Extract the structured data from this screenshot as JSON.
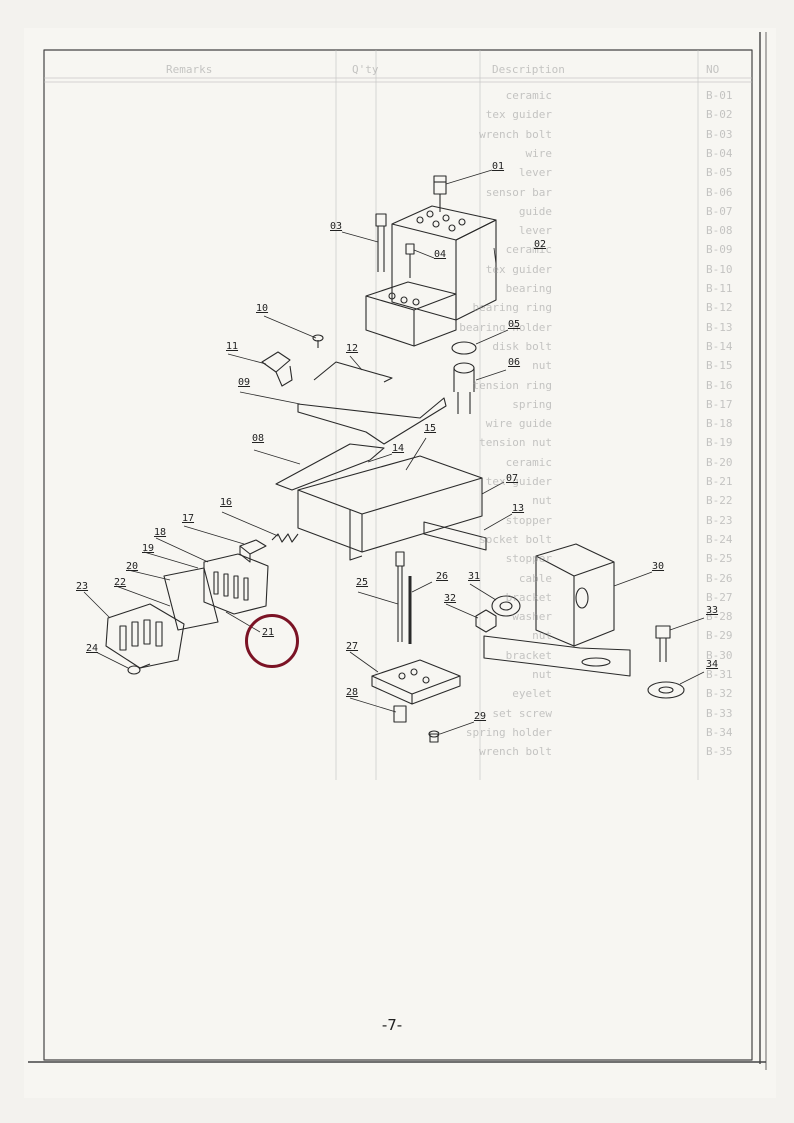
{
  "header": {
    "no": "NO",
    "description": "Description",
    "qty": "Q'ty",
    "remarks": "Remarks"
  },
  "parts_list": [
    {
      "no": "B-01",
      "description": "ceramic"
    },
    {
      "no": "B-02",
      "description": "tex guider"
    },
    {
      "no": "B-03",
      "description": "wrench bolt"
    },
    {
      "no": "B-04",
      "description": "wire"
    },
    {
      "no": "B-05",
      "description": "lever"
    },
    {
      "no": "B-06",
      "description": "sensor bar"
    },
    {
      "no": "B-07",
      "description": "guide"
    },
    {
      "no": "B-08",
      "description": "lever"
    },
    {
      "no": "B-09",
      "description": "ceramic"
    },
    {
      "no": "B-10",
      "description": "tex guider"
    },
    {
      "no": "B-11",
      "description": "bearing"
    },
    {
      "no": "B-12",
      "description": "bearing ring"
    },
    {
      "no": "B-13",
      "description": "bearing holder"
    },
    {
      "no": "B-14",
      "description": "disk bolt"
    },
    {
      "no": "B-15",
      "description": "nut"
    },
    {
      "no": "B-16",
      "description": "tension ring"
    },
    {
      "no": "B-17",
      "description": "spring"
    },
    {
      "no": "B-18",
      "description": "wire guide"
    },
    {
      "no": "B-19",
      "description": "tension nut"
    },
    {
      "no": "B-20",
      "description": "ceramic"
    },
    {
      "no": "B-21",
      "description": "tex guider"
    },
    {
      "no": "B-22",
      "description": "nut"
    },
    {
      "no": "B-23",
      "description": "stopper"
    },
    {
      "no": "B-24",
      "description": "socket bolt"
    },
    {
      "no": "B-25",
      "description": "stopper"
    },
    {
      "no": "B-26",
      "description": "cable"
    },
    {
      "no": "B-27",
      "description": "bracket"
    },
    {
      "no": "B-28",
      "description": "washer"
    },
    {
      "no": "B-29",
      "description": "nut"
    },
    {
      "no": "B-30",
      "description": "bracket"
    },
    {
      "no": "B-31",
      "description": "nut"
    },
    {
      "no": "B-32",
      "description": "eyelet"
    },
    {
      "no": "B-33",
      "description": "set screw"
    },
    {
      "no": "B-34",
      "description": "spring holder"
    },
    {
      "no": "B-35",
      "description": "wrench bolt"
    }
  ],
  "callouts": {
    "c01": "01",
    "c02": "02",
    "c03": "03",
    "c04": "04",
    "c05": "05",
    "c06": "06",
    "c07": "07",
    "c08": "08",
    "c09": "09",
    "c10": "10",
    "c11": "11",
    "c12": "12",
    "c13": "13",
    "c14": "14",
    "c15": "15",
    "c16": "16",
    "c17": "17",
    "c18": "18",
    "c19": "19",
    "c20": "20",
    "c21": "21",
    "c22": "22",
    "c23": "23",
    "c24": "24",
    "c25": "25",
    "c26": "26",
    "c27": "27",
    "c28": "28",
    "c29": "29",
    "c30": "30",
    "c31": "31",
    "c32": "32",
    "c33": "33",
    "c34": "34"
  },
  "page_number": "-7-",
  "highlight": {
    "color": "#7b1325",
    "target": "21"
  }
}
